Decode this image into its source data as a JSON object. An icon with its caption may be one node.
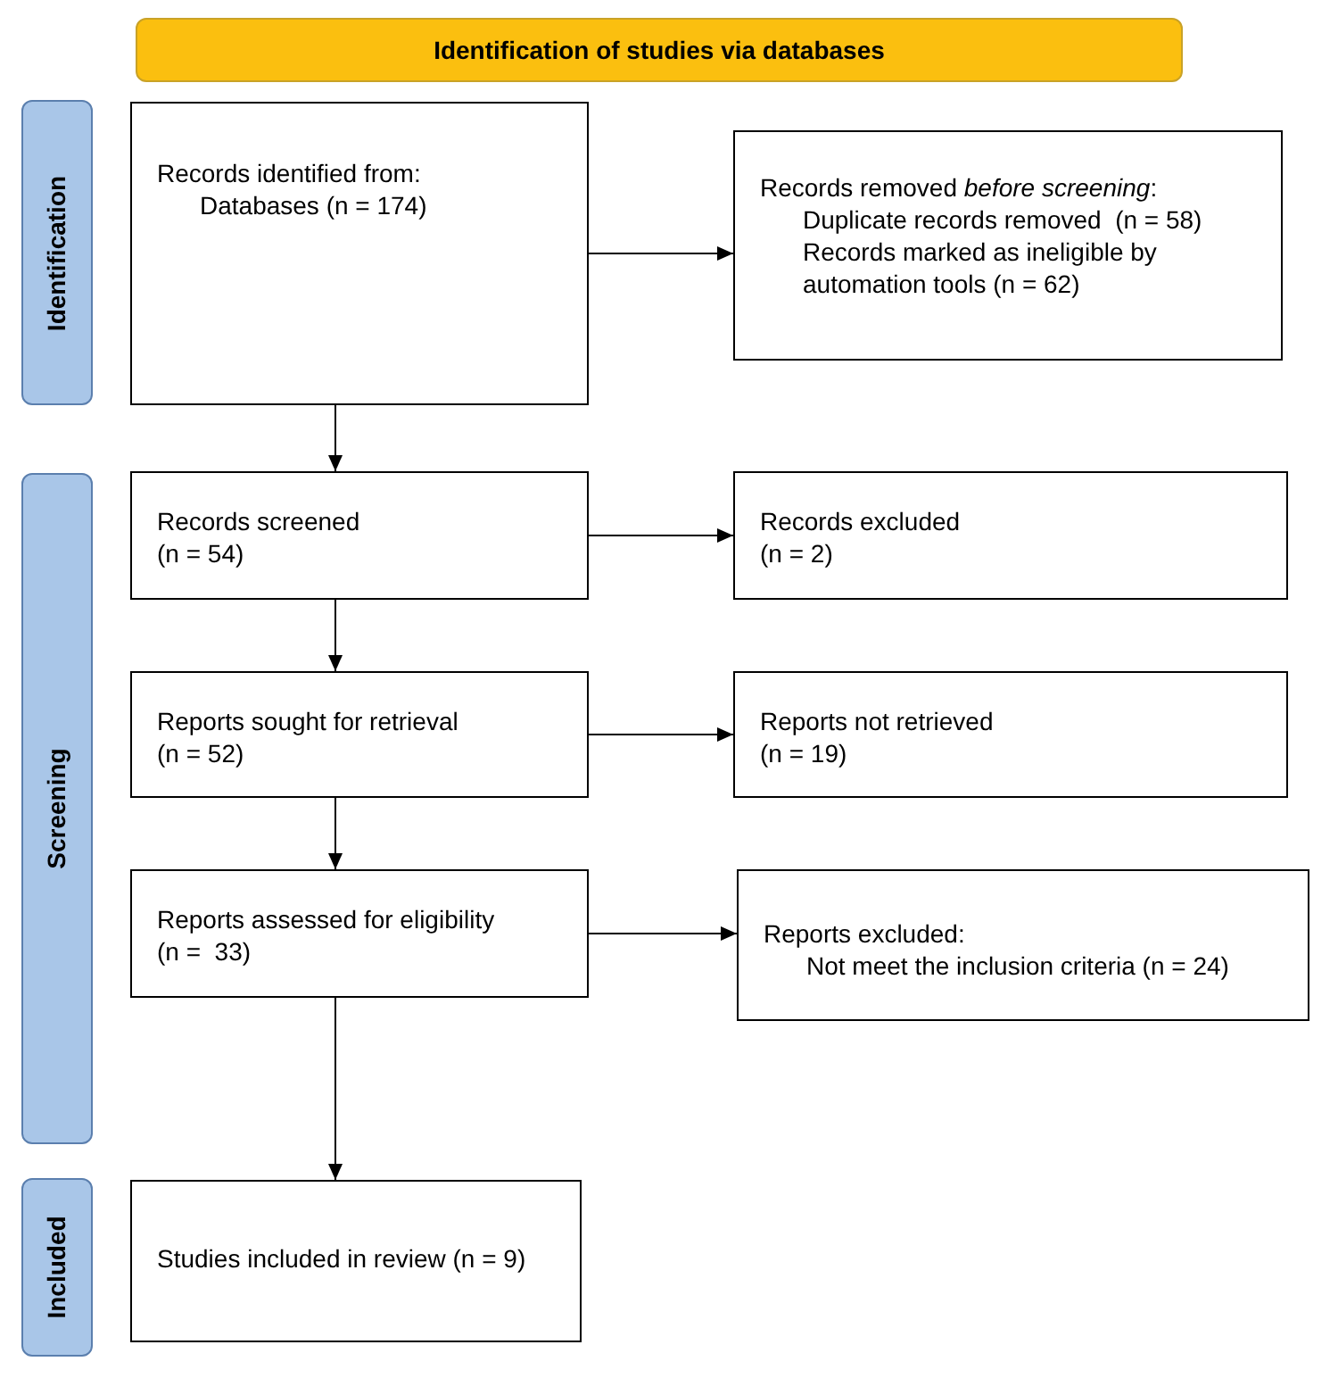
{
  "diagram": {
    "nodes": [
      {
        "text": [
          "Identification of studies via databases"
        ]
      },
      {
        "text": [
          "Identification"
        ]
      },
      {
        "text": [
          "Records identified from:",
          "Databases (n = 174)"
        ]
      },
      {
        "text": [
          "Records removed *before screening*:",
          "Duplicate records removed  (n = 58)",
          "Records marked as ineligible by automation tools (n = 62)"
        ]
      },
      {
        "text": [
          "Screening"
        ]
      },
      {
        "text": [
          "Records screened",
          "(n = 54)"
        ]
      },
      {
        "text": [
          "Records excluded",
          "(n = 2)"
        ]
      },
      {
        "text": [
          "Reports sought for retrieval",
          "(n = 52)"
        ]
      },
      {
        "text": [
          "Reports not retrieved",
          "(n = 19)"
        ]
      },
      {
        "text": [
          "Reports assessed for eligibility",
          "(n =  33)"
        ]
      },
      {
        "text": [
          "Reports excluded:",
          "Not meet the inclusion criteria (n = 24)"
        ]
      },
      {
        "text": [
          "Included"
        ]
      },
      {
        "text": [
          "Studies included in review (n = 9)"
        ]
      }
    ],
    "edges": [
      {
        "from": 2,
        "to": 3,
        "arrow": "to"
      },
      {
        "from": 2,
        "to": 5,
        "arrow": "to"
      },
      {
        "from": 5,
        "to": 6,
        "arrow": "to"
      },
      {
        "from": 5,
        "to": 7,
        "arrow": "to"
      },
      {
        "from": 7,
        "to": 8,
        "arrow": "to"
      },
      {
        "from": 7,
        "to": 9,
        "arrow": "to"
      },
      {
        "from": 9,
        "to": 10,
        "arrow": "to"
      },
      {
        "from": 9,
        "to": 12,
        "arrow": "to"
      }
    ]
  }
}
